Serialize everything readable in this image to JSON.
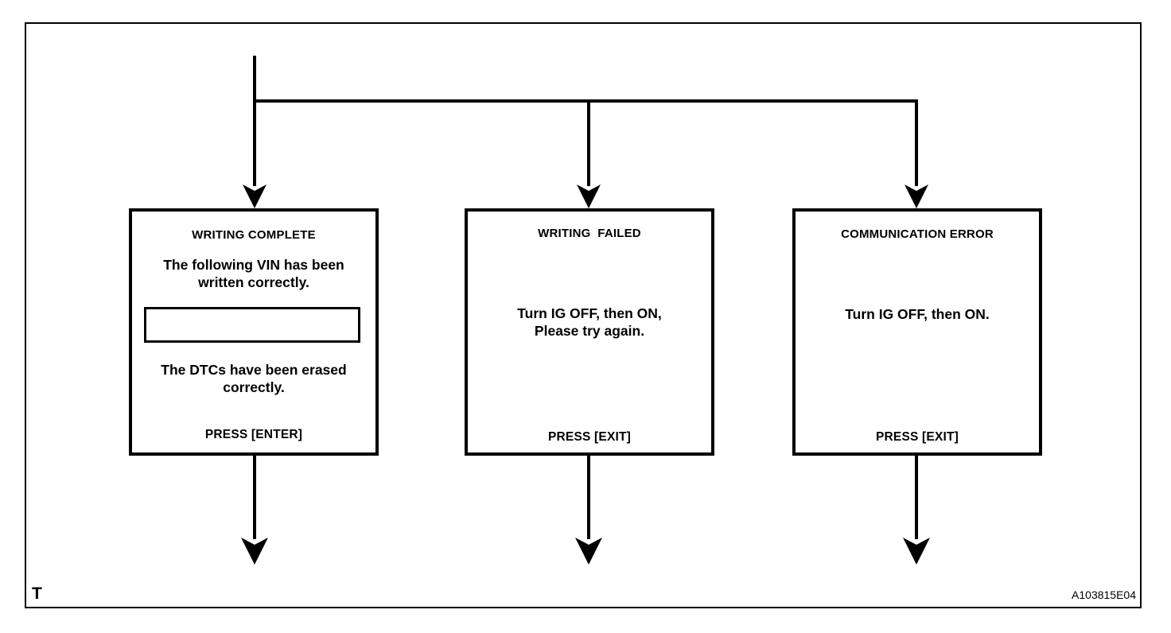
{
  "figure": {
    "corner_marker": "T",
    "code": "A103815E04"
  },
  "flow": {
    "description": "Three-way branch from a single incoming path into three result screens, each continuing downward.",
    "branch_count": 3
  },
  "screens": [
    {
      "id": "writing-complete",
      "title": "WRITING COMPLETE",
      "body_line_1": "The following VIN has been\nwritten correctly.",
      "vin_field_value": "",
      "body_line_2": "The DTCs have been erased\ncorrectly.",
      "footer": "PRESS [ENTER]"
    },
    {
      "id": "writing-failed",
      "title": "WRITING  FAILED",
      "body": "Turn IG OFF, then ON,\nPlease try again.",
      "footer": "PRESS [EXIT]"
    },
    {
      "id": "communication-error",
      "title": "COMMUNICATION ERROR",
      "body": "Turn IG OFF, then ON.",
      "footer": "PRESS [EXIT]"
    }
  ],
  "colors": {
    "ink": "#000000",
    "paper": "#ffffff"
  }
}
